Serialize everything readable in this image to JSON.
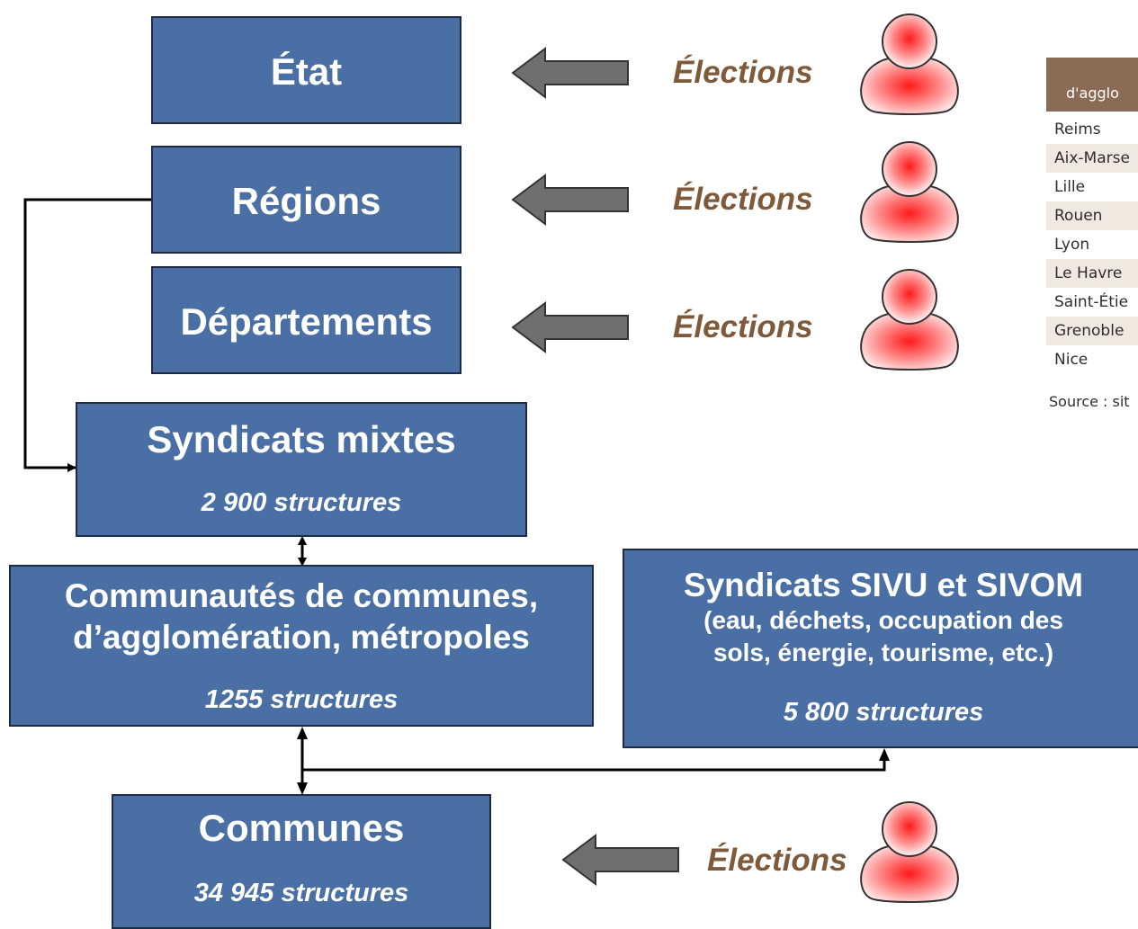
{
  "boxes": {
    "etat": "État",
    "regions": "Régions",
    "departements": "Départements",
    "syndicats_mixtes": {
      "title": "Syndicats mixtes",
      "count": "2 900 structures"
    },
    "communautes": {
      "line1": "Communautés de communes,",
      "line2": "d’agglomération, métropoles",
      "count": "1255 structures"
    },
    "sivu": {
      "title": "Syndicats SIVU et SIVOM",
      "desc1": "(eau, déchets, occupation des",
      "desc2": "sols, énergie, tourisme, etc.)",
      "count": "5 800 structures"
    },
    "communes": {
      "title": "Communes",
      "count": "34 945 structures"
    }
  },
  "elections": [
    "Élections",
    "Élections",
    "Élections",
    "Élections"
  ],
  "table": {
    "header": "d'agglo",
    "rows": [
      "Reims",
      "Aix-Marse",
      "Lille",
      "Rouen",
      "Lyon",
      "Le Havre",
      "Saint-Étie",
      "Grenoble",
      "Nice"
    ],
    "source": "Source : sit"
  },
  "colors": {
    "box_fill": "#4a6fa5",
    "box_border": "#1d2c44",
    "elections_text": "#7f5a3a",
    "arrow_fill": "#6f6f6f",
    "table_header": "#8a6b55",
    "person_red": "#ff1a1a"
  }
}
